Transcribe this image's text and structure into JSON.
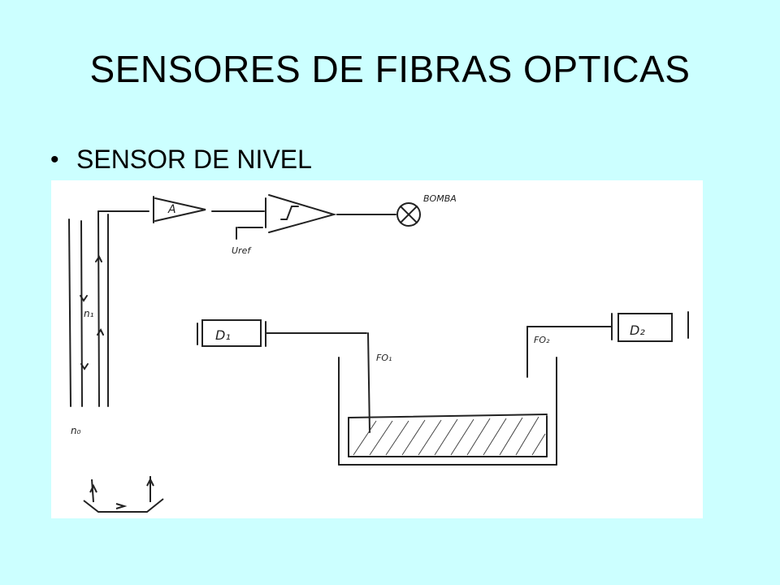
{
  "slide": {
    "title": "SENSORES DE FIBRAS OPTICAS",
    "bullet": "•",
    "item": "SENSOR DE NIVEL"
  },
  "diagram": {
    "amplifier_label": "A",
    "pump_label": "BOMBA",
    "reference_label": "Uref",
    "detector1_label": "D₁",
    "detector2_label": "D₂",
    "fiber1_label": "FO₁",
    "fiber2_label": "FO₂",
    "n1_label": "n₁",
    "n0_label": "n₀"
  },
  "colors": {
    "background": "#ccffff",
    "sketch_background": "#ffffff",
    "ink": "#222222"
  }
}
